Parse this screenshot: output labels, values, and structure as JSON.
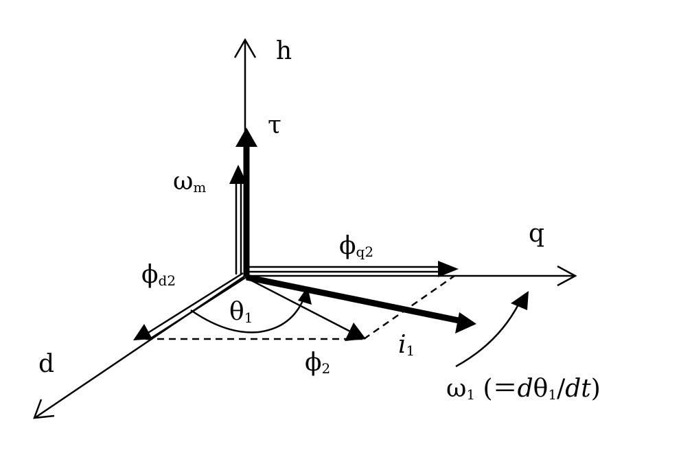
{
  "colors": {
    "ink": "#000000",
    "background": "#ffffff"
  },
  "axes": {
    "h": "h",
    "q": "q",
    "d": "d"
  },
  "vectors": {
    "tau": "τ",
    "omega_m": {
      "symbol": "ω",
      "sub": "m"
    },
    "phi_q2": {
      "symbol": "ϕ",
      "sub": "q2"
    },
    "phi_d2": {
      "symbol": "ϕ",
      "sub": "d2"
    },
    "phi_2": {
      "symbol": "ϕ",
      "sub": "2"
    },
    "i_1": {
      "symbol": "i",
      "sub": "1"
    }
  },
  "angle": {
    "symbol": "θ",
    "sub": "1"
  },
  "rotation": {
    "omega": "ω",
    "omega_sub": "1",
    "open": " (",
    "equals": "＝",
    "d": "d",
    "theta": "θ",
    "theta_sub": "1",
    "slash": "/",
    "dt": "dt",
    "close": ")"
  }
}
